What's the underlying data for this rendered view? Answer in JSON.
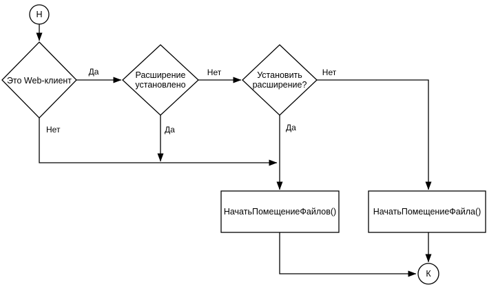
{
  "diagram": {
    "start_node": {
      "label": "Н"
    },
    "end_node": {
      "label": "К"
    },
    "decisions": {
      "web_client": {
        "text": "Это Web-клиент"
      },
      "extension_installed": {
        "line1": "Расширение",
        "line2": "установлено"
      },
      "install_extension": {
        "line1": "Установить",
        "line2": "расширение?"
      }
    },
    "processes": {
      "put_files": {
        "label": "НачатьПомещениеФайлов()"
      },
      "put_file": {
        "label": "НачатьПомещениеФайла()"
      }
    },
    "edge_labels": {
      "web_client_yes": "Да",
      "web_client_no": "Нет",
      "extension_installed_no": "Нет",
      "extension_installed_yes": "Да",
      "install_extension_no": "Нет",
      "install_extension_yes": "Да"
    },
    "colors": {
      "stroke": "#000000",
      "text": "#000000",
      "background": "#ffffff"
    }
  }
}
